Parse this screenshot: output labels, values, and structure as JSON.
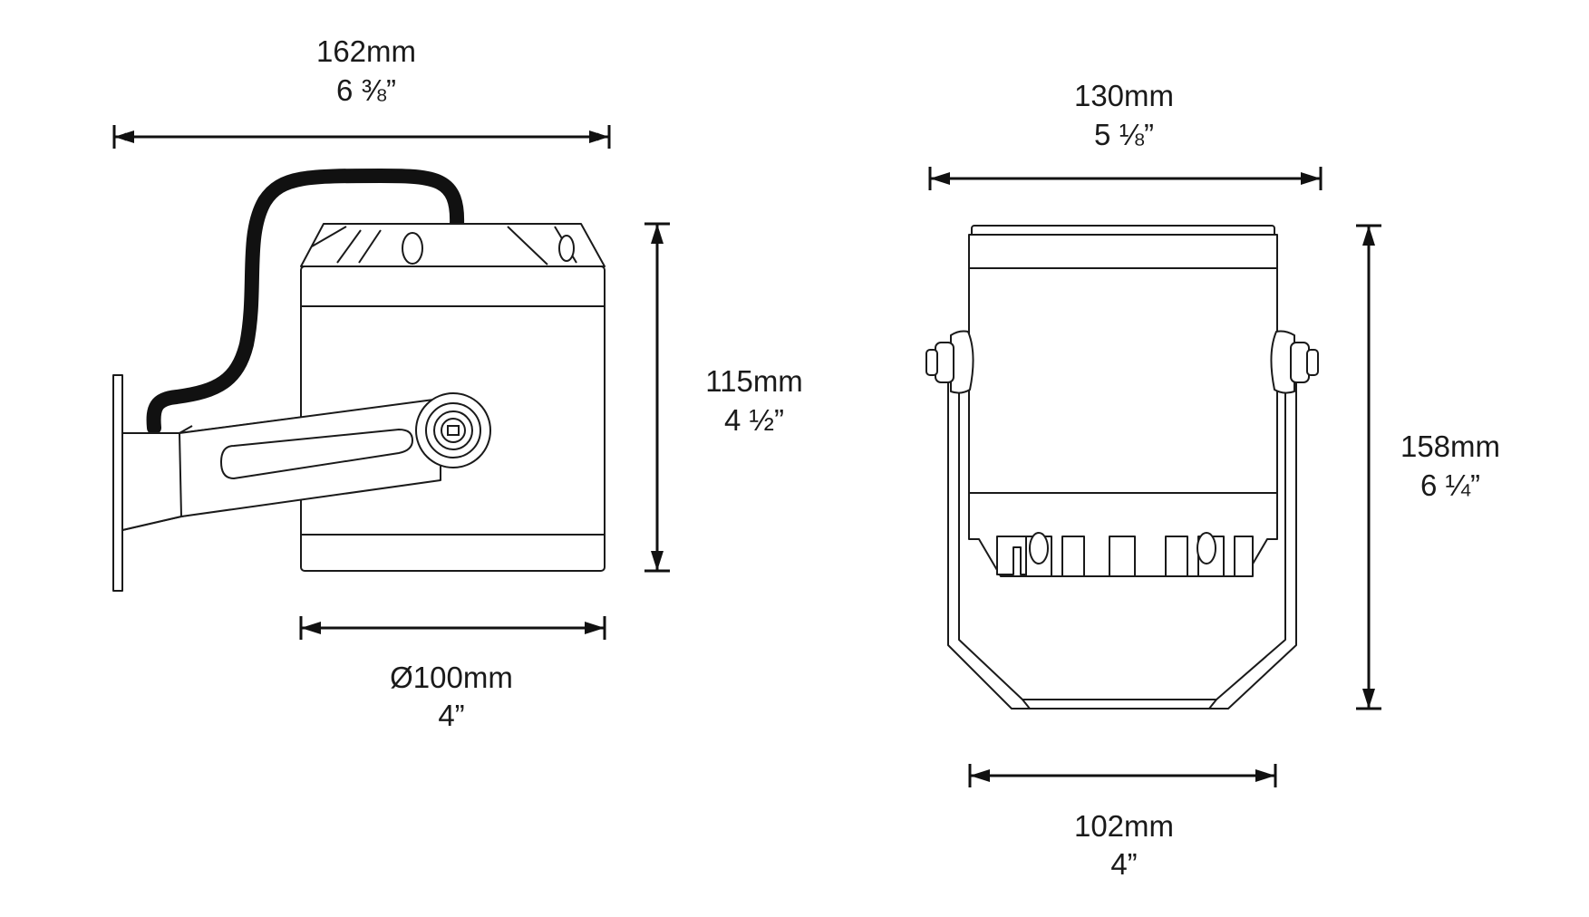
{
  "side_view": {
    "overall_width": {
      "metric": "162mm",
      "imperial": "6 ⅜”"
    },
    "body_height": {
      "metric": "115mm",
      "imperial": "4 ½”"
    },
    "body_diameter": {
      "metric": "Ø100mm",
      "imperial": "4”"
    }
  },
  "front_view": {
    "overall_width": {
      "metric": "130mm",
      "imperial": "5 ⅛”"
    },
    "overall_height": {
      "metric": "158mm",
      "imperial": "6 ¼”"
    },
    "base_width": {
      "metric": "102mm",
      "imperial": "4”"
    }
  }
}
